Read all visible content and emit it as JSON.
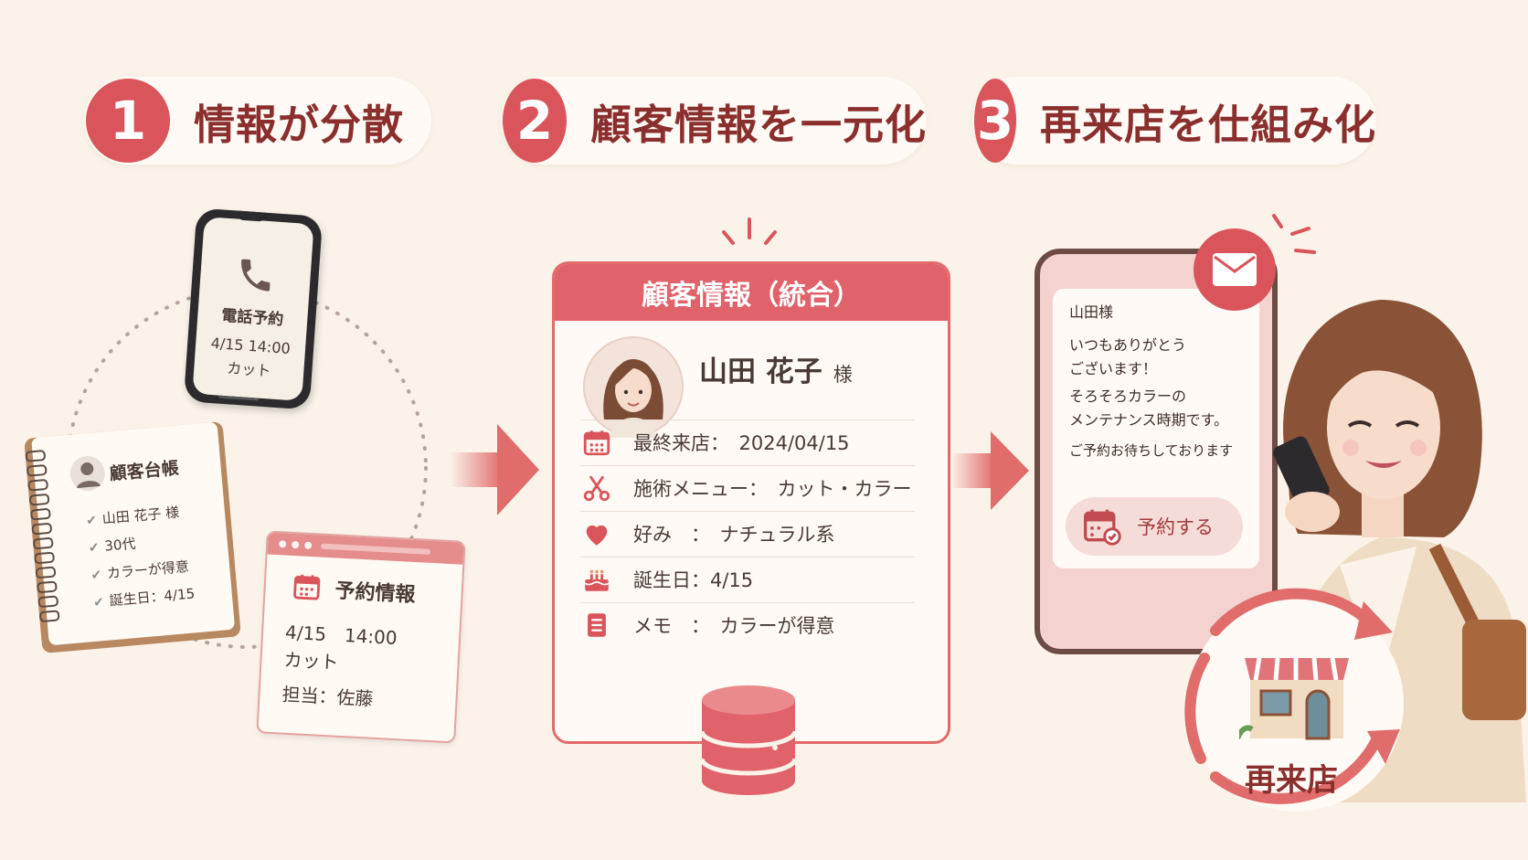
{
  "steps": [
    {
      "num": "1",
      "title": "情報が分散"
    },
    {
      "num": "2",
      "title": "顧客情報を一元化"
    },
    {
      "num": "3",
      "title": "再来店を仕組み化"
    }
  ],
  "phone": {
    "label": "電話予約",
    "datetime": "4/15 14:00",
    "menu": "カット"
  },
  "notebook": {
    "title": "顧客台帳",
    "items": [
      "山田 花子 様",
      "30代",
      "カラーが得意",
      "誕生日：4/15"
    ]
  },
  "reservation": {
    "title": "予約情報",
    "datetime": "4/15　14:00",
    "menu": "カット",
    "staff": "担当：佐藤"
  },
  "card": {
    "header": "顧客情報（統合）",
    "name": "山田 花子",
    "honorific": "様",
    "rows": [
      {
        "icon": "calendar-icon",
        "text": "最終来店：　2024/04/15"
      },
      {
        "icon": "scissors-icon",
        "text": "施術メニュー：　カット・カラー"
      },
      {
        "icon": "heart-icon",
        "text": "好み　：　ナチュラル系"
      },
      {
        "icon": "cake-icon",
        "text": "誕生日：4/15"
      },
      {
        "icon": "memo-icon",
        "text": "メモ　：　カラーが得意"
      }
    ]
  },
  "message": {
    "lines": [
      "山田様",
      "いつもありがとう",
      "ございます！",
      "そろそろカラーの",
      "メンテナンス時期です。",
      "ご予約お待ちしております"
    ],
    "button": "予約する"
  },
  "revisit": {
    "label": "再来店"
  },
  "colors": {
    "accent": "#d9555b",
    "title_text": "#8a2e2e",
    "background": "#fbf3ea"
  }
}
